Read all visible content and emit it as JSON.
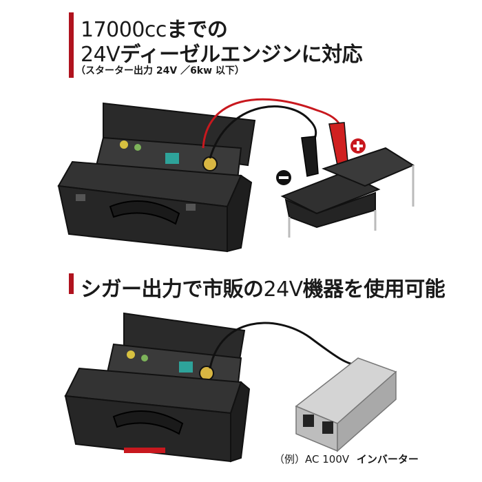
{
  "top": {
    "title_line1_num": "17000cc",
    "title_line1_rest": "までの",
    "title_line2_num": "24V",
    "title_line2_rest": "ディーゼルエンジンに対応",
    "subtitle": "（スターター出力 24V ／6kw 以下）"
  },
  "bottom": {
    "title_pre": "シガー出力で市販の",
    "title_num": "24V",
    "title_post": "機器を使用可能",
    "caption_prefix": "（例）AC 100V",
    "caption_suffix": "インバーター"
  },
  "colors": {
    "accent": "#b0131e",
    "case": "#2b2b2b",
    "cable_red": "#c8181e",
    "cable_black": "#111111",
    "inverter": "#c9c9c9"
  },
  "icons": {
    "minus": "minus-terminal-icon",
    "plus": "plus-terminal-icon"
  }
}
